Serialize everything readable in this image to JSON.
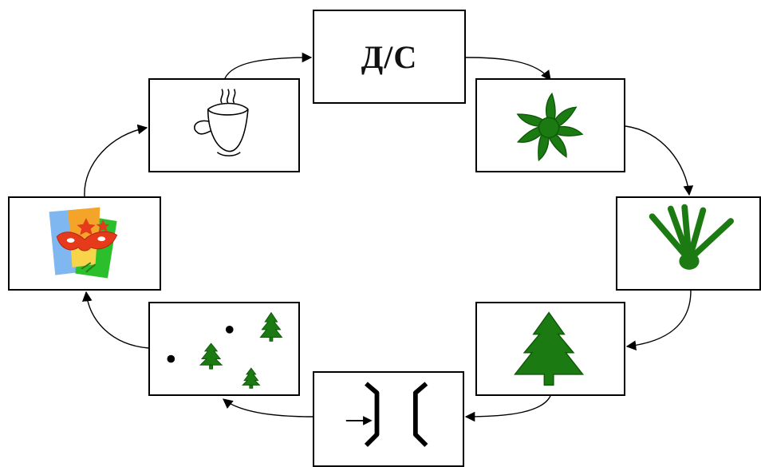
{
  "diagram": {
    "nodes": [
      {
        "id": "ds",
        "label": "Д/С"
      },
      {
        "id": "flower",
        "icon": "green-star-flower-icon"
      },
      {
        "id": "sprout",
        "icon": "green-sprout-icon"
      },
      {
        "id": "fir",
        "icon": "green-fir-tree-icon"
      },
      {
        "id": "brackets",
        "icon": "brackets-arrow-icon"
      },
      {
        "id": "seedlings",
        "icon": "seedlings-dots-icon"
      },
      {
        "id": "carnival",
        "icon": "carnival-mask-icon"
      },
      {
        "id": "cup",
        "icon": "steaming-cup-icon"
      }
    ],
    "cycle_order": [
      "ds",
      "flower",
      "sprout",
      "fir",
      "brackets",
      "seedlings",
      "carnival",
      "cup",
      "ds"
    ],
    "colors": {
      "green": "#1c7a12",
      "dark_green": "#0e5a08",
      "line": "#000000"
    }
  }
}
